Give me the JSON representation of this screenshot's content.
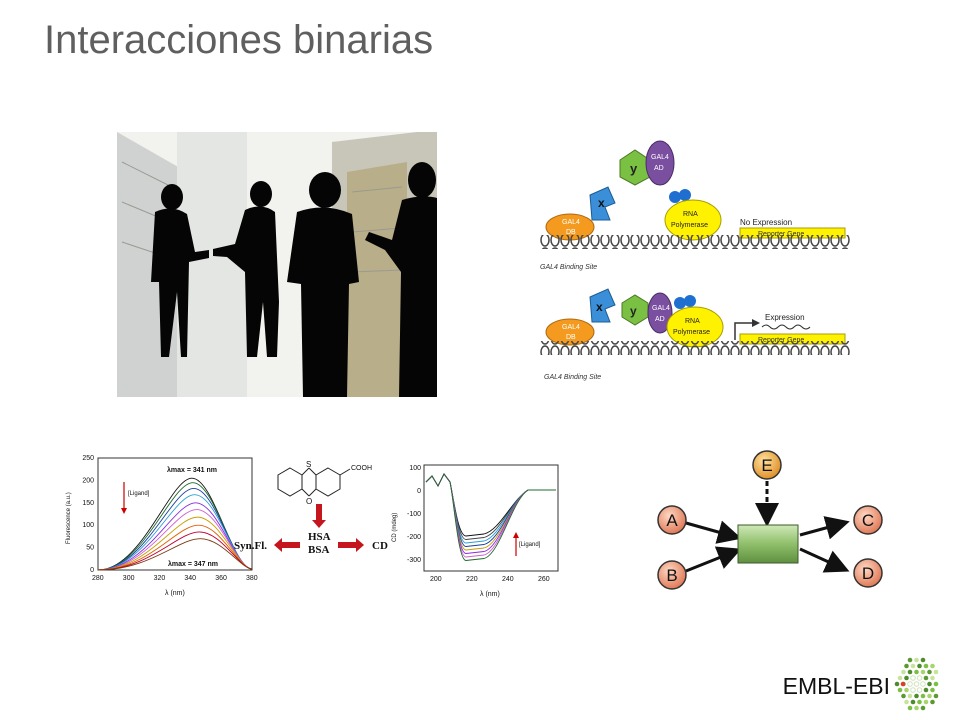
{
  "slide": {
    "title": "Interacciones binarias",
    "footer_brand": "EMBL-EBI"
  },
  "y2h": {
    "gal4_ad_1": "GAL4",
    "gal4_ad_2": "AD",
    "gal4_db_1": "GAL4",
    "gal4_db_2": "DB",
    "prey": "y",
    "bait": "x",
    "polymerase_1": "RNA",
    "polymerase_2": "Polymerase",
    "no_expression": "No Expression",
    "expression": "Expression",
    "reporter": "Reporter Gene",
    "binding_site": "GAL4 Binding Site"
  },
  "fluorescence": {
    "ylabel": "Fluorescence (a.u.)",
    "xlabel": "λ (nm)",
    "x_ticks": [
      "280",
      "300",
      "320",
      "340",
      "360",
      "380"
    ],
    "y_ticks": [
      "0",
      "50",
      "100",
      "150",
      "200",
      "250"
    ],
    "lambda_max_top": "λmax = 341 nm",
    "lambda_max_bottom": "λmax = 347 nm",
    "ligand": "[Ligand]"
  },
  "scheme": {
    "sulfur": "S",
    "oxygen": "O",
    "cooh": "COOH",
    "hsa": "HSA",
    "bsa": "BSA",
    "synfl": "Syn.Fl.",
    "cd": "CD"
  },
  "cd_spectrum": {
    "ylabel": "CD (mdeg)",
    "xlabel": "λ (nm)",
    "x_ticks": [
      "200",
      "220",
      "240",
      "260"
    ],
    "y_ticks": [
      "100",
      "0",
      "-100",
      "-200",
      "-300"
    ],
    "ligand": "[Ligand]"
  },
  "network": {
    "nodes": [
      "A",
      "B",
      "C",
      "D",
      "E"
    ]
  }
}
